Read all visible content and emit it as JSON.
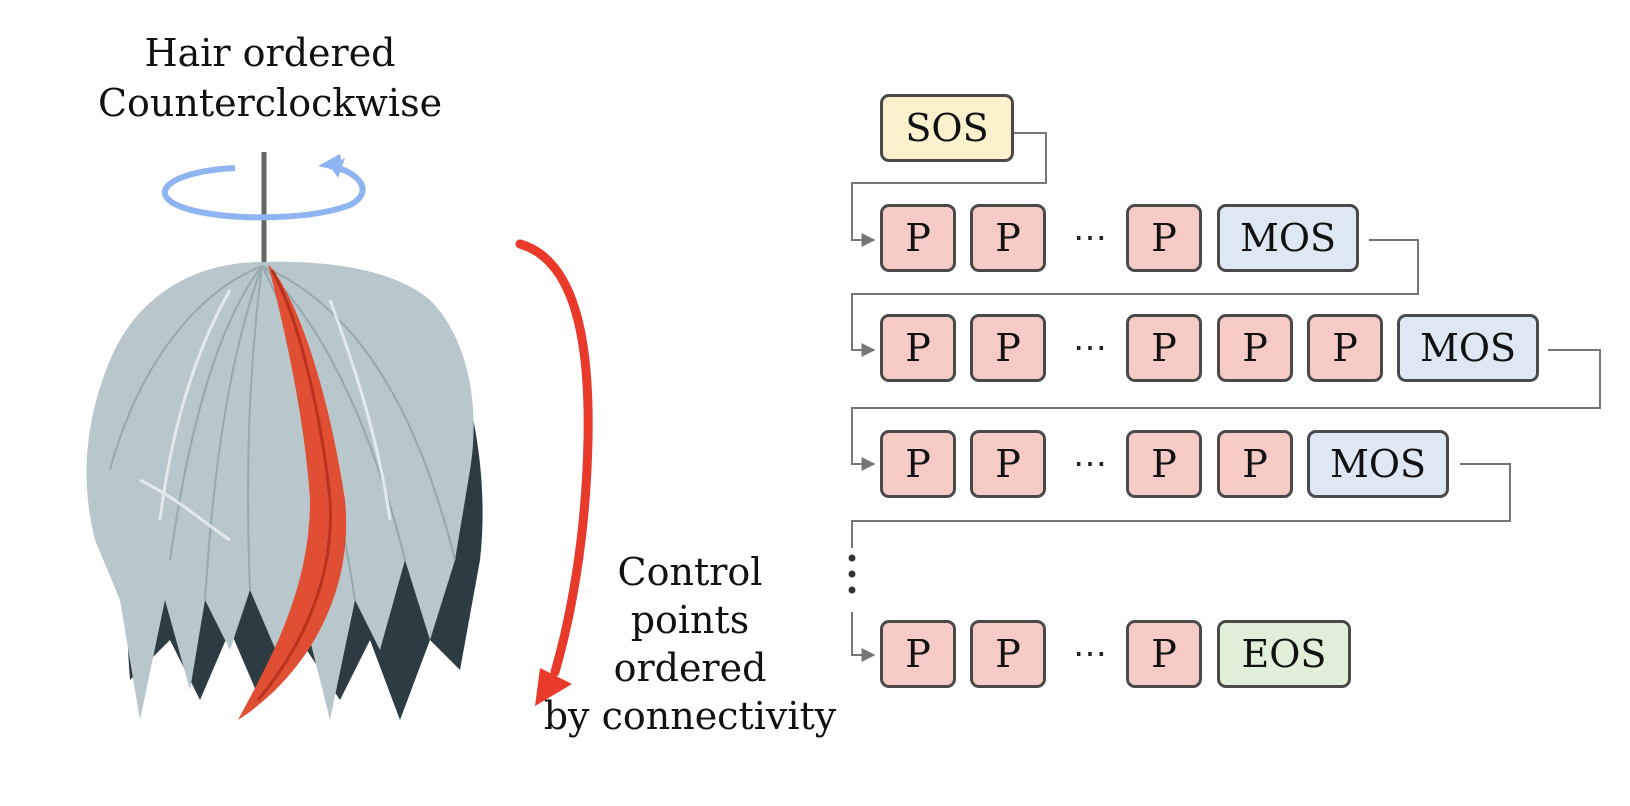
{
  "captions": {
    "top_line1": "Hair ordered",
    "top_line2": "Counterclockwise",
    "side_line1": "Control",
    "side_line2": "points",
    "side_line3": "ordered",
    "side_line4": "by connectivity"
  },
  "tokens": {
    "sos": "SOS",
    "p": "P",
    "mos": "MOS",
    "eos": "EOS",
    "ellipsis": "⋯"
  },
  "colors": {
    "point_fill": "#f6cbc6",
    "mos_fill": "#dde8f4",
    "sos_fill": "#fbf1cc",
    "eos_fill": "#e2efd8",
    "arrow_red": "#e8392b",
    "rotation_blue": "#8fb4f2",
    "hair_light": "#b7c7cc",
    "hair_dark": "#2c3c42",
    "strand_red": "#e04e33"
  },
  "icons": {
    "rotation": "counterclockwise-rotation-icon",
    "order_arrow": "downward-curved-arrow-icon",
    "hair": "hair-model-illustration"
  }
}
